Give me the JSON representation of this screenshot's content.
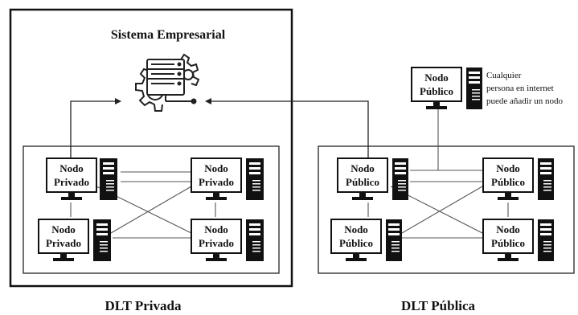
{
  "private_section": {
    "system_title": "Sistema Empresarial",
    "caption": "DLT Privada",
    "nodes": [
      {
        "line1": "Nodo",
        "line2": "Privado"
      },
      {
        "line1": "Nodo",
        "line2": "Privado"
      },
      {
        "line1": "Nodo",
        "line2": "Privado"
      },
      {
        "line1": "Nodo",
        "line2": "Privado"
      }
    ]
  },
  "public_section": {
    "caption": "DLT Pública",
    "external_node": {
      "line1": "Nodo",
      "line2": "Público"
    },
    "note": [
      "Cualquier",
      "persona en internet",
      "puede añadir un nodo"
    ],
    "nodes": [
      {
        "line1": "Nodo",
        "line2": "Público"
      },
      {
        "line1": "Nodo",
        "line2": "Público"
      },
      {
        "line1": "Nodo",
        "line2": "Público"
      },
      {
        "line1": "Nodo",
        "line2": "Público"
      }
    ]
  },
  "icons": {
    "system": "server-gear-icon",
    "monitor": "monitor-icon",
    "tower": "server-tower-icon"
  }
}
